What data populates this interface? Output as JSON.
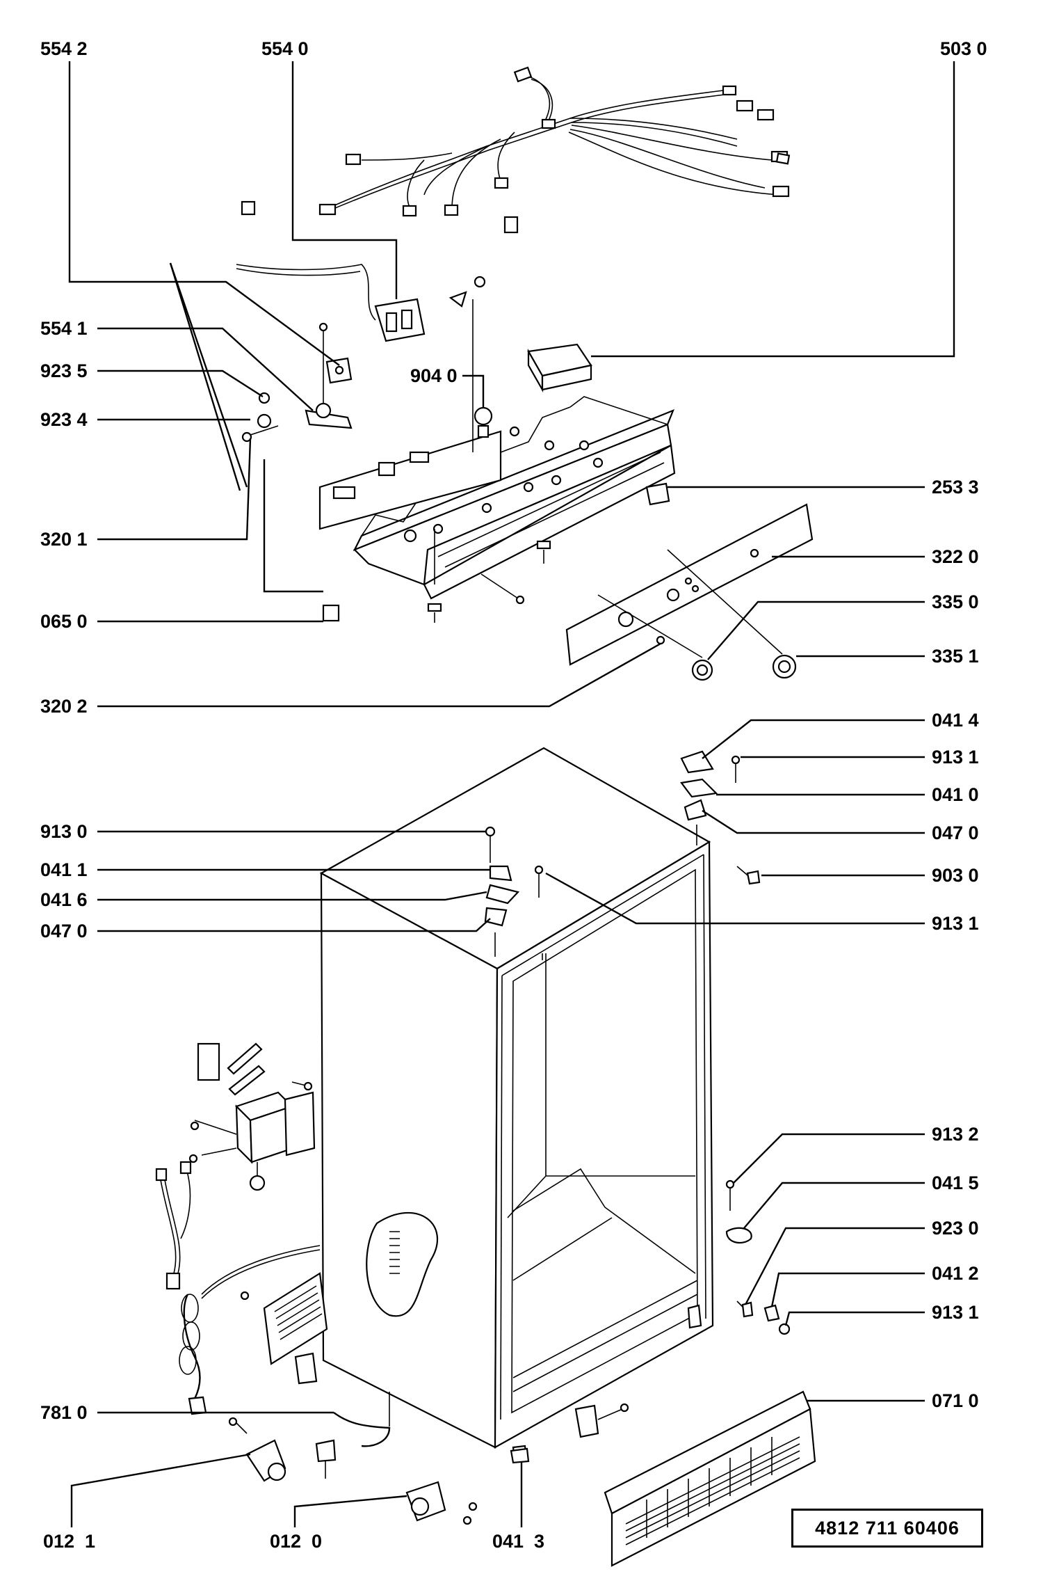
{
  "callouts": [
    {
      "id": "l5542",
      "text": "554 2"
    },
    {
      "id": "l5540",
      "text": "554 0"
    },
    {
      "id": "l5030",
      "text": "503 0"
    },
    {
      "id": "l5541",
      "text": "554 1"
    },
    {
      "id": "l9235",
      "text": "923 5"
    },
    {
      "id": "l9234",
      "text": "923 4"
    },
    {
      "id": "l9040",
      "text": "904 0"
    },
    {
      "id": "l2533",
      "text": "253 3"
    },
    {
      "id": "l3201",
      "text": "320 1"
    },
    {
      "id": "l3220",
      "text": "322 0"
    },
    {
      "id": "l3350",
      "text": "335 0"
    },
    {
      "id": "l0650",
      "text": "065 0"
    },
    {
      "id": "l3351",
      "text": "335 1"
    },
    {
      "id": "l3202",
      "text": "320 2"
    },
    {
      "id": "l0414",
      "text": "041 4"
    },
    {
      "id": "l9131a",
      "text": "913 1"
    },
    {
      "id": "l0410",
      "text": "041 0"
    },
    {
      "id": "l9130",
      "text": "913 0"
    },
    {
      "id": "l0470a",
      "text": "047 0"
    },
    {
      "id": "l0411",
      "text": "041 1"
    },
    {
      "id": "l9030",
      "text": "903 0"
    },
    {
      "id": "l0416",
      "text": "041 6"
    },
    {
      "id": "l0470b",
      "text": "047 0"
    },
    {
      "id": "l9131b",
      "text": "913 1"
    },
    {
      "id": "l9132",
      "text": "913 2"
    },
    {
      "id": "l0415",
      "text": "041 5"
    },
    {
      "id": "l9230",
      "text": "923 0"
    },
    {
      "id": "l0412",
      "text": "041 2"
    },
    {
      "id": "l9131c",
      "text": "913 1"
    },
    {
      "id": "l7810",
      "text": "781 0"
    },
    {
      "id": "l0710",
      "text": "071 0"
    },
    {
      "id": "l0121",
      "text": "012  1"
    },
    {
      "id": "l0120",
      "text": "012  0"
    },
    {
      "id": "l0413",
      "text": "041  3"
    }
  ],
  "part_number": "4812  711  60406"
}
